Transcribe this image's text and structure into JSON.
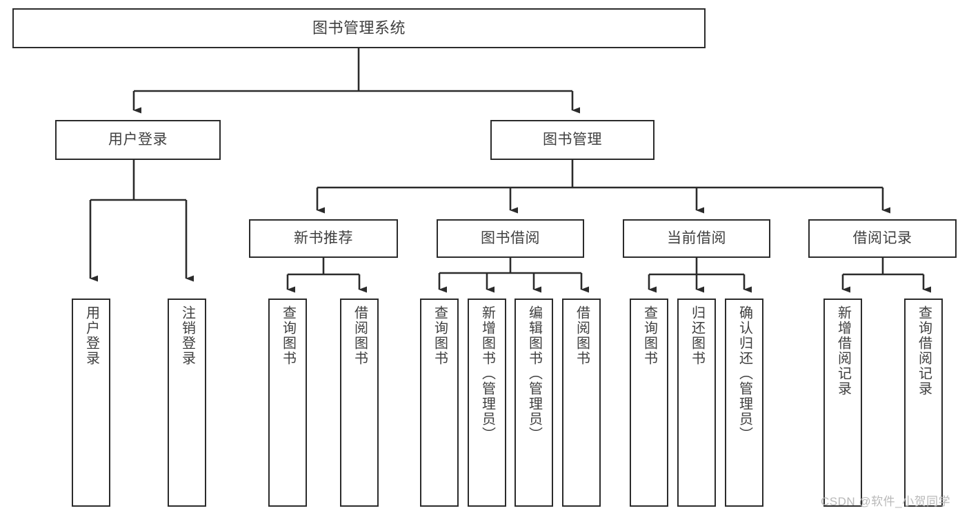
{
  "diagram": {
    "type": "tree-hierarchy-chart",
    "title": "图书管理系统",
    "watermark": "CSDN @软件_小贺同学",
    "colors": {
      "box_border": "#2b2b2b",
      "box_fill": "#ffffff",
      "text": "#3f3f3f",
      "edge": "#2b2b2b",
      "background": "#ffffff",
      "watermark": "#b9b9b9"
    },
    "nodes": {
      "root": {
        "label": "图书管理系统",
        "level": 0
      },
      "level1": [
        {
          "id": "user-login",
          "label": "用户登录"
        },
        {
          "id": "book-management",
          "label": "图书管理"
        }
      ],
      "level2": [
        {
          "id": "new-book-recommend",
          "label": "新书推荐",
          "parent": "book-management"
        },
        {
          "id": "book-borrow",
          "label": "图书借阅",
          "parent": "book-management"
        },
        {
          "id": "current-borrow",
          "label": "当前借阅",
          "parent": "book-management"
        },
        {
          "id": "borrow-record",
          "label": "借阅记录",
          "parent": "book-management"
        }
      ],
      "leaves": {
        "user_login": [
          {
            "id": "leaf-user-login",
            "label": "用户登录"
          },
          {
            "id": "leaf-user-logout",
            "label": "注销登录"
          }
        ],
        "new_book_recommend": [
          {
            "id": "leaf-query-book-1",
            "label": "查询图书"
          },
          {
            "id": "leaf-borrow-book-1",
            "label": "借阅图书"
          }
        ],
        "book_borrow": [
          {
            "id": "leaf-query-book-2",
            "label": "查询图书"
          },
          {
            "id": "leaf-add-book",
            "label": "新增图书（管理员）"
          },
          {
            "id": "leaf-edit-book",
            "label": "编辑图书（管理员）"
          },
          {
            "id": "leaf-borrow-book-2",
            "label": "借阅图书"
          }
        ],
        "current_borrow": [
          {
            "id": "leaf-query-book-3",
            "label": "查询图书"
          },
          {
            "id": "leaf-return-book",
            "label": "归还图书"
          },
          {
            "id": "leaf-confirm-return",
            "label": "确认归还（管理员）"
          }
        ],
        "borrow_record": [
          {
            "id": "leaf-add-record",
            "label": "新增借阅记录"
          },
          {
            "id": "leaf-query-record",
            "label": "查询借阅记录"
          }
        ]
      }
    }
  }
}
